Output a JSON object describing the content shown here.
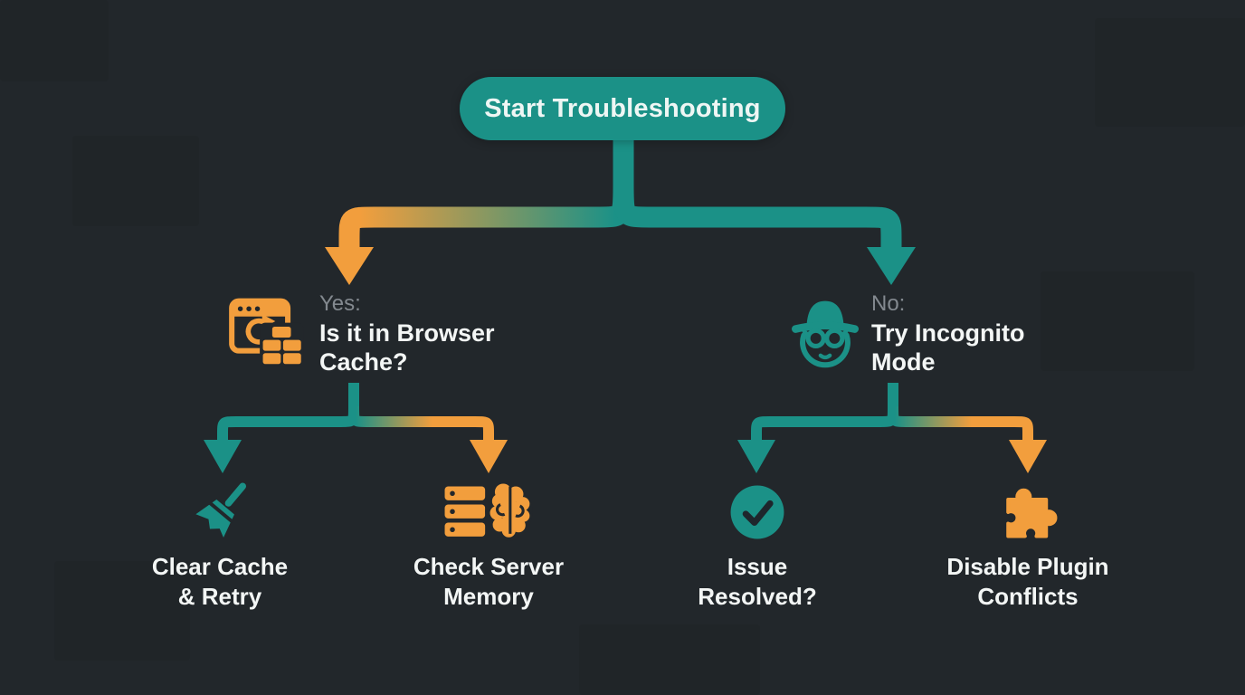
{
  "colors": {
    "teal": "#1b9187",
    "orange": "#f29e3d",
    "background": "#22272b",
    "text": "#f3f6f5",
    "muted": "#83898f",
    "check_stroke": "#1e262c"
  },
  "flowchart": {
    "root": {
      "label": "Start Troubleshooting"
    },
    "branches": [
      {
        "id": "browser-cache",
        "prefix": "Yes:",
        "question": "Is it in Browser\nCache?",
        "icon": "browser-cache-icon",
        "arrow_color": "orange"
      },
      {
        "id": "incognito",
        "prefix": "No:",
        "question": "Try Incognito\nMode",
        "icon": "incognito-icon",
        "arrow_color": "teal"
      }
    ],
    "leaves": [
      {
        "id": "clear-cache",
        "label": "Clear Cache\n& Retry",
        "icon": "broom-icon",
        "arrow_color": "teal"
      },
      {
        "id": "server-memory",
        "label": "Check Server\nMemory",
        "icon": "server-brain-icon",
        "arrow_color": "orange"
      },
      {
        "id": "issue-resolved",
        "label": "Issue\nResolved?",
        "icon": "check-circle-icon",
        "arrow_color": "teal"
      },
      {
        "id": "plugin-conflicts",
        "label": "Disable Plugin\nConflicts",
        "icon": "puzzle-icon",
        "arrow_color": "orange"
      }
    ]
  }
}
